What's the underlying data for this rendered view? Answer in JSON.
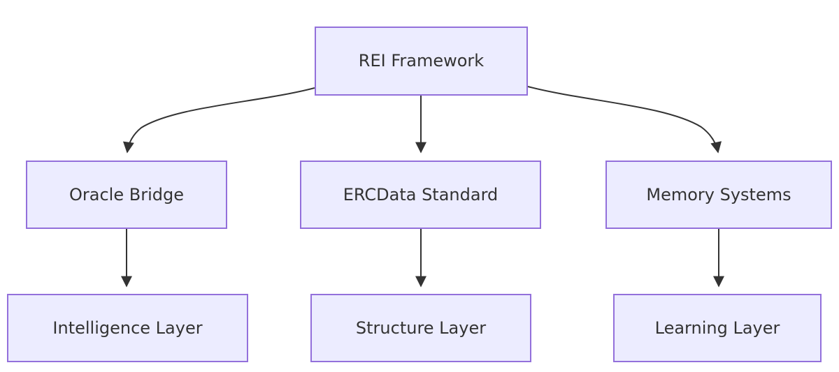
{
  "diagram": {
    "type": "flowchart",
    "direction": "top-down",
    "nodes": {
      "rei": {
        "label": "REI Framework"
      },
      "oracle": {
        "label": "Oracle Bridge"
      },
      "ercdata": {
        "label": "ERCData Standard"
      },
      "memory": {
        "label": "Memory Systems"
      },
      "intelligence": {
        "label": "Intelligence Layer"
      },
      "structure": {
        "label": "Structure Layer"
      },
      "learning": {
        "label": "Learning Layer"
      }
    },
    "edges": [
      {
        "from": "REI Framework",
        "to": "Oracle Bridge"
      },
      {
        "from": "REI Framework",
        "to": "ERCData Standard"
      },
      {
        "from": "REI Framework",
        "to": "Memory Systems"
      },
      {
        "from": "Oracle Bridge",
        "to": "Intelligence Layer"
      },
      {
        "from": "ERCData Standard",
        "to": "Structure Layer"
      },
      {
        "from": "Memory Systems",
        "to": "Learning Layer"
      }
    ],
    "colors": {
      "node_fill": "#ECECFF",
      "node_border": "#9370DB",
      "node_text": "#333333",
      "edge_stroke": "#333333",
      "background": "#FFFFFF"
    }
  }
}
